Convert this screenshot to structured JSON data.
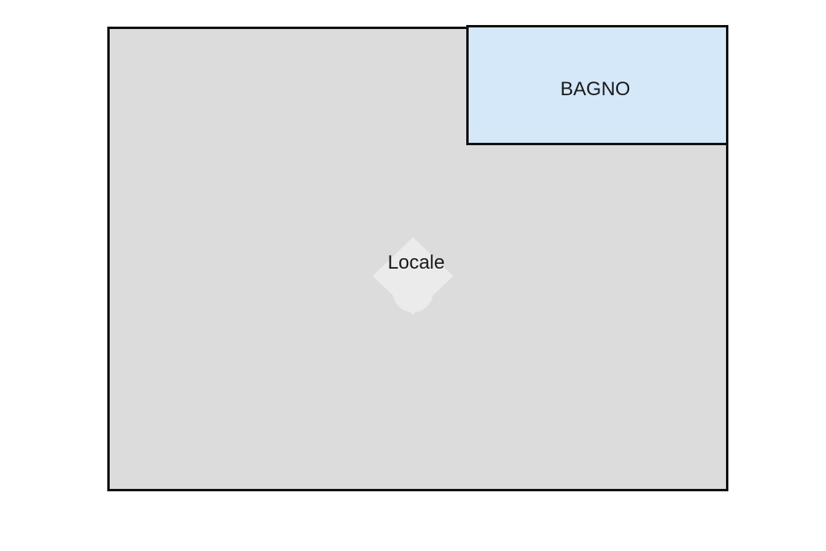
{
  "floorplan": {
    "rooms": [
      {
        "id": "main",
        "label": "Locale",
        "fill": "#dcdcdc"
      },
      {
        "id": "bath",
        "label": "BAGNO",
        "fill": "#d4e8fa"
      }
    ],
    "wall_color": "#111111",
    "logo": "watermark-logo-icon"
  }
}
